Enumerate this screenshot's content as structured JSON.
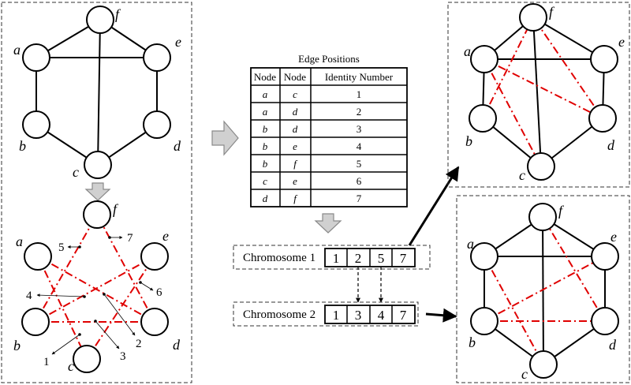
{
  "graph": {
    "node_labels": [
      "a",
      "b",
      "c",
      "d",
      "e",
      "f"
    ]
  },
  "table": {
    "title": "Edge Positions",
    "headers": [
      "Node",
      "Node",
      "Identity Number"
    ],
    "rows": [
      [
        "a",
        "c",
        "1"
      ],
      [
        "a",
        "d",
        "2"
      ],
      [
        "b",
        "d",
        "3"
      ],
      [
        "b",
        "e",
        "4"
      ],
      [
        "b",
        "f",
        "5"
      ],
      [
        "c",
        "e",
        "6"
      ],
      [
        "d",
        "f",
        "7"
      ]
    ]
  },
  "chromosomes": [
    {
      "label": "Chromosome 1",
      "genes": [
        "1",
        "2",
        "5",
        "7"
      ]
    },
    {
      "label": "Chromosome 2",
      "genes": [
        "1",
        "3",
        "4",
        "7"
      ]
    }
  ],
  "edge_number_labels": [
    "1",
    "2",
    "3",
    "4",
    "5",
    "6",
    "7"
  ],
  "colors": {
    "highlight_edge": "#e00000",
    "arrow_fill": "#d0d0d0"
  }
}
